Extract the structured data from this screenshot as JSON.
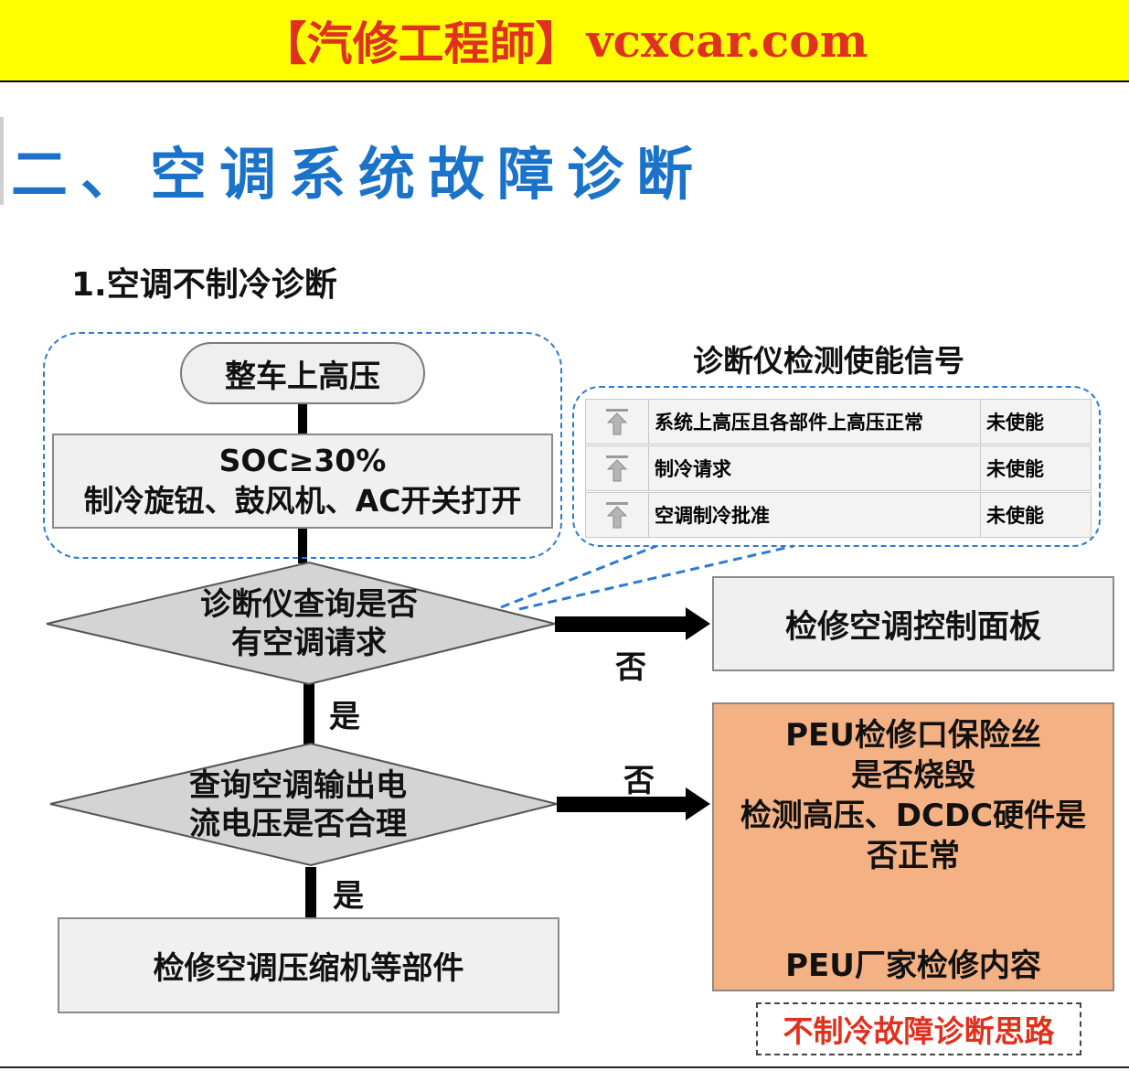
{
  "banner": {
    "brand": "【汽修工程師】",
    "site": "vcxcar.com"
  },
  "page": {
    "title": "二、空调系统故障诊断",
    "section": "1.空调不制冷诊断"
  },
  "flow": {
    "start": "整车上高压",
    "condition_line1": "SOC≥30%",
    "condition_line2": "制冷旋钮、鼓风机、AC开关打开",
    "decision1_line1": "诊断仪查询是否",
    "decision1_line2": "有空调请求",
    "decision2_line1": "查询空调输出电",
    "decision2_line2": "流电压是否合理",
    "no1": "否",
    "no2": "否",
    "yes1": "是",
    "yes2": "是",
    "panel_action": "检修空调控制面板",
    "peu_line1": "PEU检修口保险丝",
    "peu_line2": "是否烧毁",
    "peu_line3": "检测高压、DCDC硬件是",
    "peu_line4": "否正常",
    "peu_line5": "PEU厂家检修内容",
    "compressor_action": "检修空调压缩机等部件",
    "footer": "不制冷故障诊断思路"
  },
  "signals": {
    "title": "诊断仪检测使能信号",
    "rows": [
      {
        "name": "系统上高压且各部件上高压正常",
        "status": "未使能"
      },
      {
        "name": "制冷请求",
        "status": "未使能"
      },
      {
        "name": "空调制冷批准",
        "status": "未使能"
      }
    ]
  },
  "colors": {
    "banner_bg": "#ffff00",
    "brand_red": "#e0301e",
    "title_blue": "#1a73c8",
    "dashed_blue": "#2a7bd1",
    "peu_orange": "#f4b183",
    "diamond_gray": "#d4d4d4"
  }
}
